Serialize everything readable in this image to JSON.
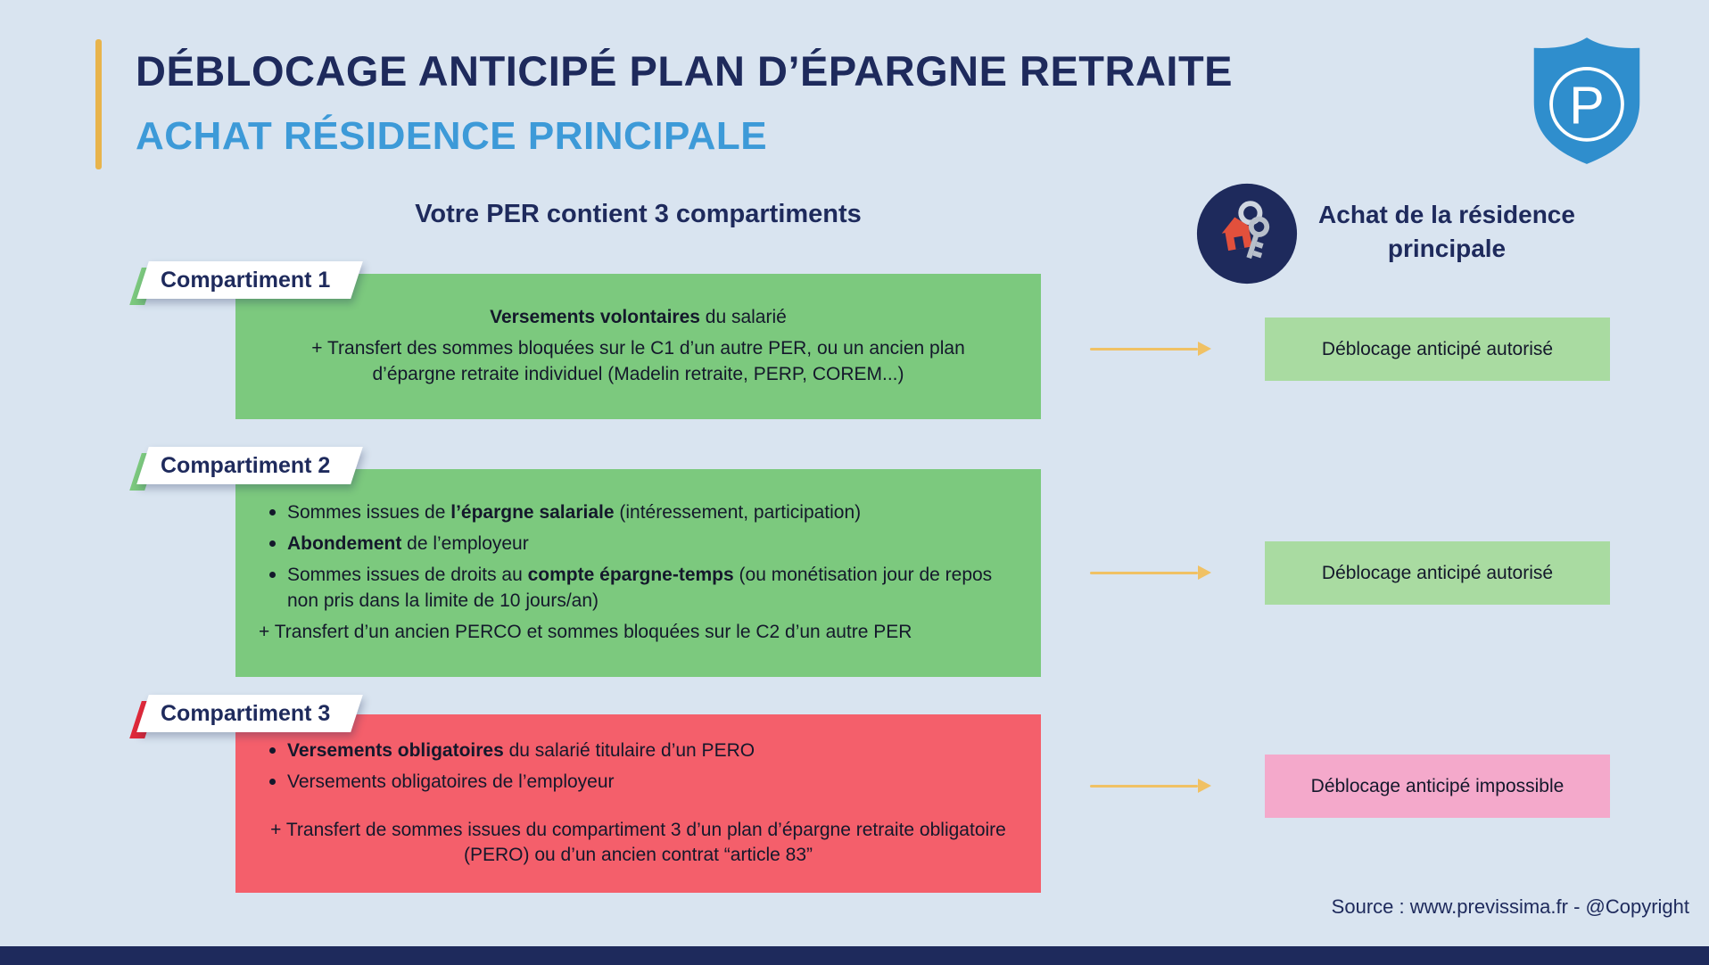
{
  "theme": {
    "background": "#d9e4f0",
    "navy": "#1e2a5c",
    "blue": "#3d9ad8",
    "green": "#7cc97e",
    "light_green": "#a9dba1",
    "red": "#f45f6b",
    "stripe_red": "#e0293a",
    "pink": "#f4a9cb",
    "arrow": "#f0c164",
    "gold": "#e8b44c",
    "logo_blue": "#2f8ecd",
    "text_dark": "#14182b"
  },
  "header": {
    "title": "DÉBLOCAGE ANTICIPÉ PLAN D’ÉPARGNE RETRAITE",
    "subtitle": "ACHAT RÉSIDENCE PRINCIPALE",
    "logo_letter": "P"
  },
  "columns": {
    "left_heading": "Votre PER contient 3 compartiments",
    "right_heading": "Achat de la résidence\nprincipale"
  },
  "compartments": [
    {
      "label": "Compartiment 1",
      "accent_color": "#7cc97e",
      "lines": [
        {
          "center": true,
          "segments": [
            {
              "t": "Versements volontaires",
              "b": true
            },
            {
              "t": " du salarié"
            }
          ]
        },
        {
          "center": true,
          "segments": [
            {
              "t": "+ Transfert des sommes bloquées sur le C1 d’un autre PER, ou un ancien plan d’épargne retraite individuel (Madelin retraite, PERP, COREM...)"
            }
          ]
        }
      ],
      "result": {
        "text": "Déblocage anticipé autorisé",
        "color": "#a9dba1"
      }
    },
    {
      "label": "Compartiment 2",
      "accent_color": "#7cc97e",
      "lines": [
        {
          "bullet": true,
          "segments": [
            {
              "t": "Sommes issues de "
            },
            {
              "t": "l’épargne salariale",
              "b": true
            },
            {
              "t": " (intéressement, participation)"
            }
          ]
        },
        {
          "bullet": true,
          "segments": [
            {
              "t": "Abondement",
              "b": true
            },
            {
              "t": " de l’employeur"
            }
          ]
        },
        {
          "bullet": true,
          "segments": [
            {
              "t": "Sommes issues de droits au "
            },
            {
              "t": "compte épargne-temps",
              "b": true
            },
            {
              "t": " (ou monétisation jour de repos non pris dans la limite de 10 jours/an)"
            }
          ]
        },
        {
          "plain": true,
          "segments": [
            {
              "t": "+ Transfert d’un ancien PERCO et sommes bloquées sur le C2 d’un autre PER"
            }
          ]
        }
      ],
      "result": {
        "text": "Déblocage anticipé autorisé",
        "color": "#a9dba1"
      }
    },
    {
      "label": "Compartiment 3",
      "accent_color": "#e0293a",
      "lines": [
        {
          "bullet": true,
          "segments": [
            {
              "t": "Versements obligatoires",
              "b": true
            },
            {
              "t": " du salarié titulaire d’un PERO"
            }
          ]
        },
        {
          "bullet": true,
          "segments": [
            {
              "t": "Versements obligatoires de l’employeur"
            }
          ]
        },
        {
          "center": true,
          "gap": true,
          "segments": [
            {
              "t": "+ Transfert de sommes issues du compartiment 3 d’un plan d’épargne retraite obligatoire (PERO) ou d’un ancien contrat “article 83”"
            }
          ]
        }
      ],
      "result": {
        "text": "Déblocage anticipé impossible",
        "color": "#f4a9cb"
      }
    }
  ],
  "footer": {
    "source": "Source : www.previssima.fr - @Copyright"
  }
}
